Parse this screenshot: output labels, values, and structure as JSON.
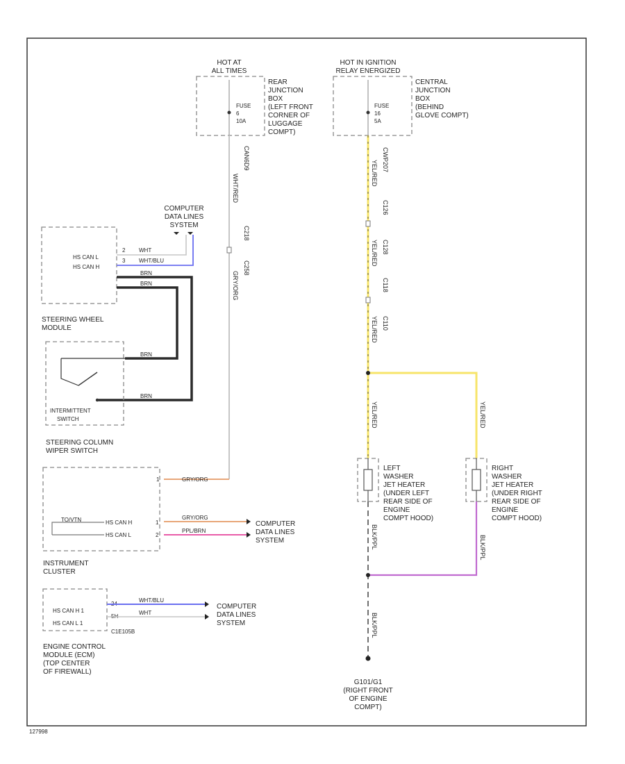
{
  "fuse_left": {
    "header": [
      "HOT AT",
      "ALL TIMES"
    ],
    "fuse": [
      "FUSE",
      "6",
      "10A"
    ],
    "location": [
      "REAR",
      "JUNCTION",
      "BOX",
      "(LEFT FRONT",
      "CORNER OF",
      "LUGGAGE",
      "COMPT)"
    ],
    "wire_colors": [
      "WHT/RED",
      "GRY/ORG"
    ],
    "wire_codes": [
      "CAN6D9",
      "C218",
      "C258"
    ]
  },
  "fuse_right": {
    "header": [
      "HOT IN IGNITION",
      "RELAY ENERGIZED"
    ],
    "fuse": [
      "FUSE",
      "16",
      "5A"
    ],
    "location": [
      "CENTRAL",
      "JUNCTION",
      "BOX",
      "(BEHIND",
      "GLOVE COMPT)"
    ],
    "wire_colors": [
      "YEL/RED",
      "YEL/RED",
      "YEL/RED"
    ],
    "wire_codes": [
      "CWP207",
      "C126",
      "C128",
      "C118",
      "C110"
    ]
  },
  "computer_top": [
    "COMPUTER",
    "DATA LINES",
    "SYSTEM"
  ],
  "steering_wheel_module": {
    "pins": [
      "HS CAN L",
      "HS CAN H"
    ],
    "pin_nums": [
      "2",
      "3"
    ],
    "wire_colors": [
      "WHT",
      "WHT/BLU"
    ],
    "harness_codes": [
      "BRN",
      "BRN",
      "BRN",
      "BRN"
    ],
    "label": [
      "STEERING WHEEL",
      "MODULE"
    ]
  },
  "wiper_switch": {
    "inner": [
      "INTERMITTENT",
      "SWITCH"
    ],
    "label": [
      "STEERING COLUMN",
      "WIPER SWITCH"
    ]
  },
  "instrument_cluster": {
    "pin_top": "1",
    "wire_top": "GRY/ORG",
    "pins": [
      "HS CAN H",
      "HS CAN L"
    ],
    "pin_nums": [
      "1",
      "2"
    ],
    "wire_colors": [
      "GRY/ORG",
      "PPL/BRN"
    ],
    "inner": "TO/VTN",
    "label": [
      "INSTRUMENT",
      "CLUSTER"
    ],
    "computer": [
      "COMPUTER",
      "DATA LINES",
      "SYSTEM"
    ]
  },
  "ecm": {
    "pins": [
      "HS CAN H 1",
      "HS CAN L 1"
    ],
    "pin_nums": [
      "24",
      "5H"
    ],
    "wire_colors": [
      "WHT/BLU",
      "WHT"
    ],
    "conn": "C1E105B",
    "label": [
      "ENGINE CONTROL",
      "MODULE (ECM)",
      "(TOP CENTER",
      "OF FIREWALL)"
    ],
    "computer": [
      "COMPUTER",
      "DATA LINES",
      "SYSTEM"
    ]
  },
  "heater_left": {
    "wire_in": "YEL/RED",
    "wire_out": "BLK/PPL",
    "label": [
      "LEFT",
      "WASHER",
      "JET HEATER",
      "(UNDER LEFT",
      "REAR SIDE OF",
      "ENGINE",
      "COMPT HOOD)"
    ]
  },
  "heater_right": {
    "wire_in": "YEL/RED",
    "wire_out": "BLK/PPL",
    "label": [
      "RIGHT",
      "WASHER",
      "JET HEATER",
      "(UNDER RIGHT",
      "REAR SIDE OF",
      "ENGINE",
      "COMPT HOOD)"
    ]
  },
  "ground": {
    "wire": "BLK/PPL",
    "label": [
      "G101/G1",
      "(RIGHT FRONT",
      "OF ENGINE",
      "COMPT)"
    ]
  },
  "footer": "127998",
  "colors": {
    "yellow": "#f7e46a",
    "blue": "#6a6ef0",
    "orange": "#e8a678",
    "pink": "#e85ba8",
    "purple": "#c06ad0",
    "gray": "#c6c6c6",
    "dark": "#2a2a2a"
  }
}
